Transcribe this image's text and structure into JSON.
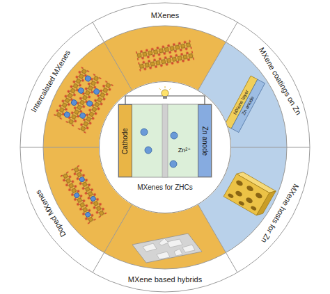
{
  "diagram": {
    "nodes": [
      {
        "text": [
          "MXenes for ZHCs"
        ]
      },
      {
        "text": [
          "Cathode"
        ],
        "in": 0
      },
      {
        "text": [
          "Zn anode"
        ],
        "in": 0
      }
    ],
    "labels": [
      "MXenes",
      "MXene coatings on Zn",
      "MXene hosts for Zn",
      "MXene based hybrids",
      "Doped MXenes",
      "Intercalated MXenes",
      "Zn²⁺",
      "MXene layer",
      "Zn anode"
    ]
  }
}
